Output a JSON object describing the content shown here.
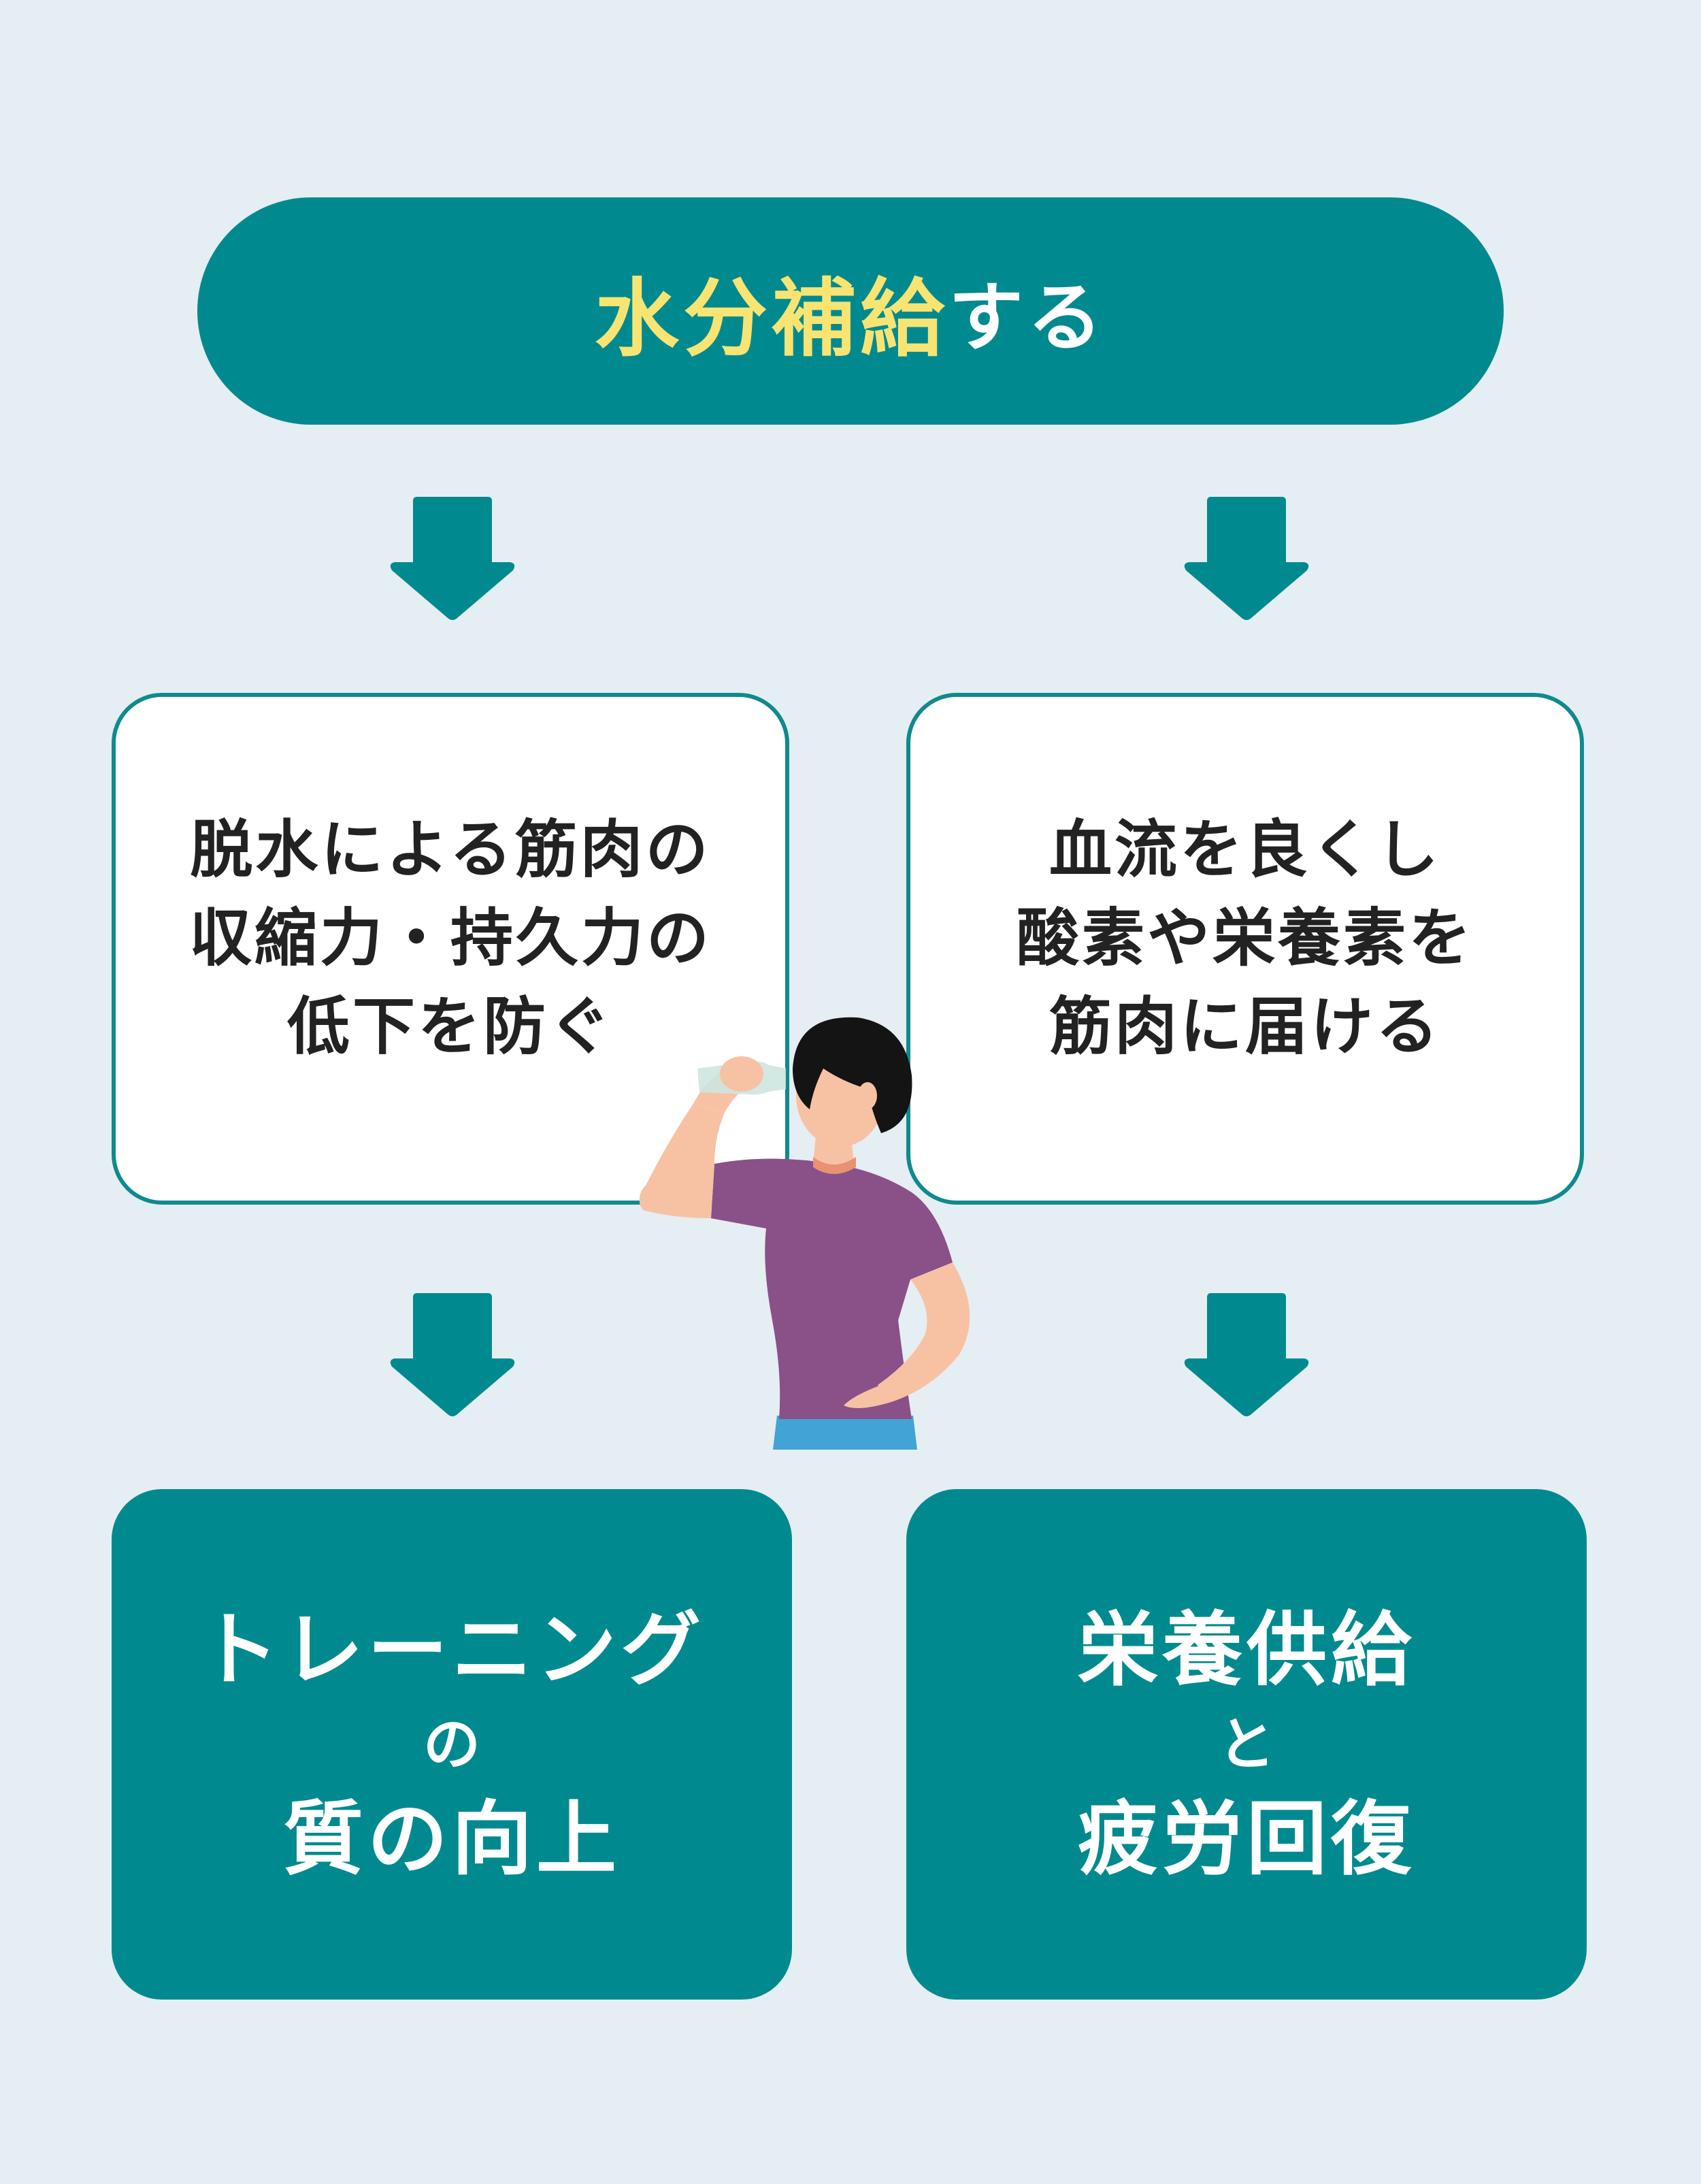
{
  "header": {
    "title_highlight": "水分補給",
    "title_rest": "する"
  },
  "left_branch": {
    "effect_lines": [
      "脱水による筋肉の",
      "収縮力・持久力の",
      "低下を防ぐ"
    ],
    "result_lines": [
      "トレーニング",
      "の",
      "質の向上"
    ]
  },
  "right_branch": {
    "effect_lines": [
      "血流を良くし",
      "酸素や栄養素を",
      "筋肉に届ける"
    ],
    "result_lines": [
      "栄養供給",
      "と",
      "疲労回復"
    ]
  },
  "colors": {
    "teal": "#008a8f",
    "highlight_yellow": "#f8e472",
    "background": "#e5eef2",
    "shirt": "#8a5088",
    "skin": "#f7c2a4",
    "pants": "#42a3d6"
  },
  "icons": [
    "down-arrow-icon",
    "drinking-person-illustration"
  ]
}
